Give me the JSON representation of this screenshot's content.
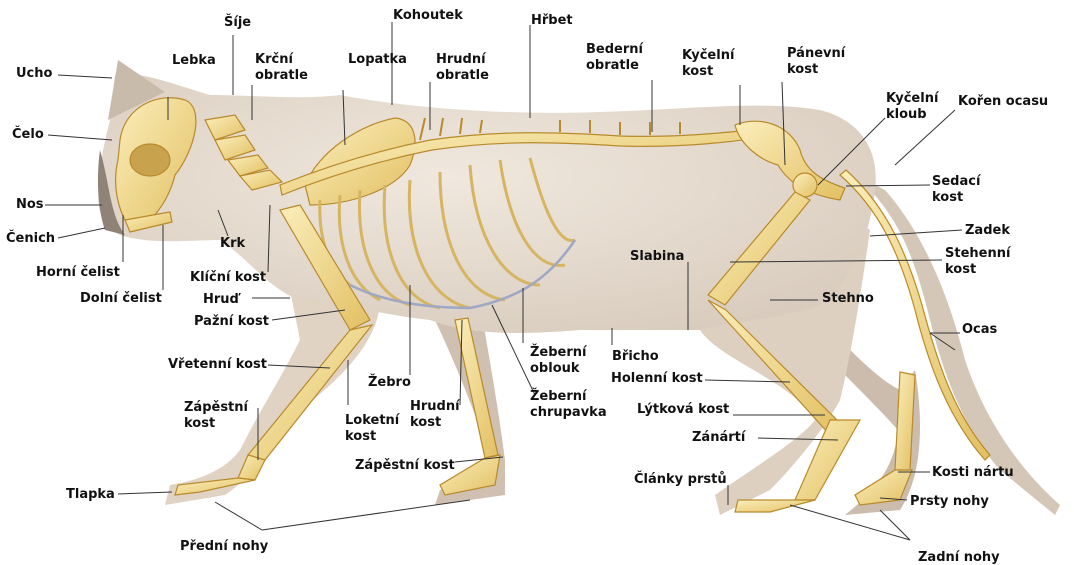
{
  "labels": {
    "ucho": "Ucho",
    "celo": "Čelo",
    "nos": "Nos",
    "cenich": "Čenich",
    "horni_celist": "Horní čelist",
    "dolni_celist": "Dolní čelist",
    "lebka": "Lebka",
    "sije": "Šíje",
    "krcni_obratle": [
      "Krční",
      "obratle"
    ],
    "krk": "Krk",
    "klicni_kost": "Klíční kost",
    "hrud": "Hruď",
    "pazni_kost": "Pažní kost",
    "vretenni_kost": "Vřetenní kost",
    "zapestni_kost_front": [
      "Zápěstní",
      "kost"
    ],
    "tlapka": "Tlapka",
    "predni_nohy": "Přední nohy",
    "loketni_kost": [
      "Loketní",
      "kost"
    ],
    "zebro": "Žebro",
    "hrudni_kost": [
      "Hrudní",
      "kost"
    ],
    "zapestni_kost_mid": "Zápěstní kost",
    "lopatka": "Lopatka",
    "kohoutek": "Kohoutek",
    "hrudni_obratle": [
      "Hrudní",
      "obratle"
    ],
    "hrbet": "Hřbet",
    "bederni_obratle": [
      "Bederní",
      "obratle"
    ],
    "zeberni_oblouk": [
      "Žeberní",
      "oblouk"
    ],
    "zeberni_chrupavka": [
      "Žeberní",
      "chrupavka"
    ],
    "bricho": "Břicho",
    "slabina": "Slabina",
    "kycelni_kost": [
      "Kyčelní",
      "kost"
    ],
    "panevni_kost": [
      "Pánevní",
      "kost"
    ],
    "kycelni_kloub": [
      "Kyčelní",
      "kloub"
    ],
    "koren_ocasu": "Kořen ocasu",
    "sedaci_kost": [
      "Sedací",
      "kost"
    ],
    "zadek": "Zadek",
    "stehenni_kost": [
      "Stehenní",
      "kost"
    ],
    "stehno": "Stehno",
    "ocas": "Ocas",
    "holenni_kost": "Holenní kost",
    "lytkova_kost": "Lýtková kost",
    "zanarti": "Zánártí",
    "clanky_prstu": "Články prstů",
    "kosti_nartu": "Kosti nártu",
    "prsty_nohy": "Prsty nohy",
    "zadni_nohy": "Zadní nohy"
  },
  "colors": {
    "fur": "#e7ddd1",
    "fur_dark": "#b9aca0",
    "bone": "#f1d98f",
    "bone_edge": "#b88a2c",
    "rib_cartilage": "#9ea7c3",
    "leader_line": "#333333"
  }
}
